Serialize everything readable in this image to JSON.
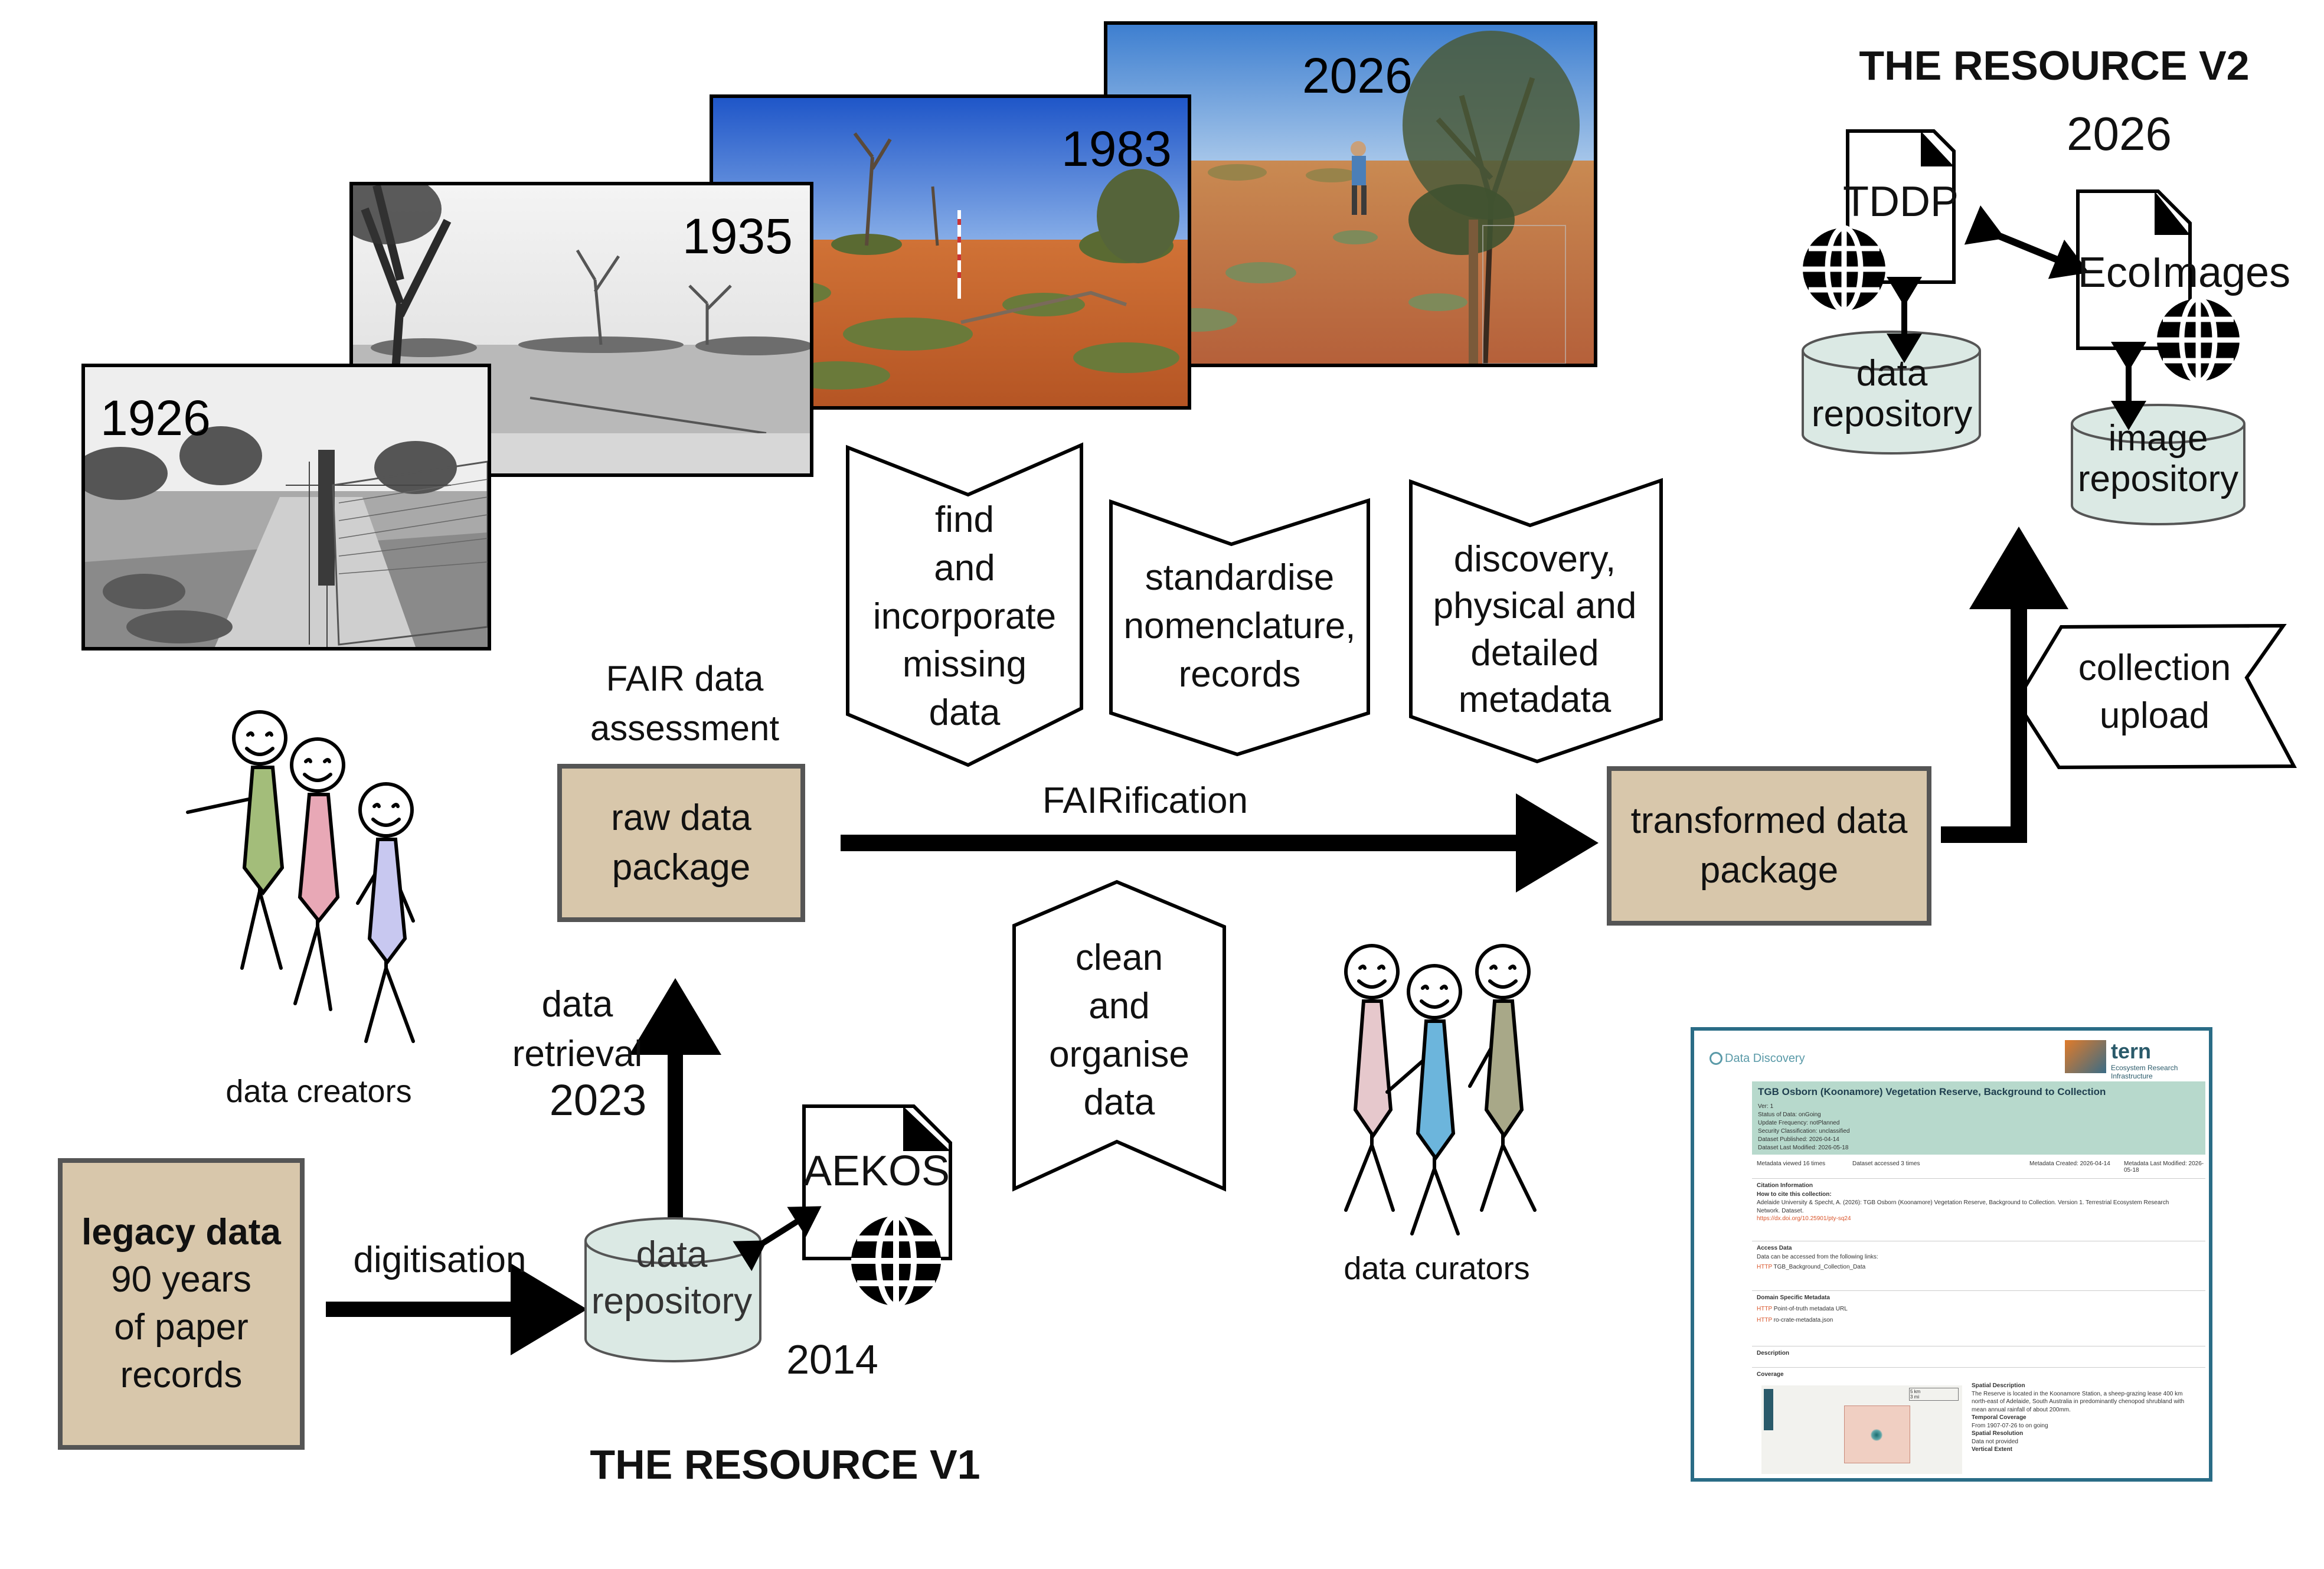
{
  "photos": [
    {
      "year": "1926",
      "tone": "bw"
    },
    {
      "year": "1935",
      "tone": "bw"
    },
    {
      "year": "1983",
      "tone": "color"
    },
    {
      "year": "2026",
      "tone": "color"
    }
  ],
  "resource_v2": {
    "title": "THE RESOURCE V2",
    "year": "2026",
    "tddp": "TDDP",
    "ecoimages": "EcoImages",
    "data_repository": "data\nrepository",
    "image_repository": "image\nrepository"
  },
  "resource_v1": {
    "title": "THE RESOURCE V1",
    "year": "2014",
    "aekos": "AEKOS",
    "data_repository": "data\nrepository"
  },
  "process_steps": {
    "find": "find\nand\nincorporate\nmissing\ndata",
    "standardise": "standardise\nnomenclature,\nrecords",
    "discovery": "discovery,\nphysical and\ndetailed\nmetadata",
    "clean": "clean\nand\norganise\ndata",
    "collection_upload": "collection\nupload"
  },
  "labels": {
    "fair_assessment": "FAIR data\nassessment",
    "raw_package": "raw data\npackage",
    "fairification": "FAIRification",
    "transformed_package": "transformed data\npackage",
    "data_retrieval": "data\nretrieval",
    "retrieval_year": "2023",
    "digitisation": "digitisation",
    "data_creators": "data creators",
    "data_curators": "data curators",
    "legacy_title": "legacy data",
    "legacy_body": "90 years\nof paper\nrecords"
  },
  "screenshot": {
    "search": "Data Discovery",
    "brand": "tern",
    "brand_sub": "Ecosystem Research Infrastructure",
    "title": "TGB Osborn (Koonamore) Vegetation Reserve, Background to Collection",
    "meta": [
      "Ver: 1",
      "Status of Data: onGoing",
      "Update Frequency: notPlanned",
      "Security Classification: unclassified",
      "Dataset Published: 2026-04-14",
      "Dataset Last Modified: 2026-05-18"
    ],
    "stats": {
      "viewed": "Metadata viewed 16 times",
      "accessed": "Dataset accessed 3 times",
      "created": "Metadata Created: 2026-04-14",
      "modified": "Metadata Last Modified: 2026-05-18"
    },
    "citation_header": "Citation Information",
    "citation_sub": "How to cite this collection:",
    "citation_text": "Adelaide University & Specht, A. (2026): TGB Osborn (Koonamore) Vegetation Reserve, Background to Collection. Version 1. Terrestrial Ecosystem Research Network. Dataset.",
    "citation_link": "https://dx.doi.org/10.25901/pty-sq24",
    "access_header": "Access Data",
    "access_sub": "Data can be accessed from the following links:",
    "access_link": "TGB_Background_Collection_Data",
    "domain_header": "Domain Specific Metadata",
    "domain_link1": "Point-of-truth metadata URL",
    "domain_link2": "ro-crate-metadata.json",
    "description_header": "Description",
    "coverage_header": "Coverage",
    "spatial_title": "Spatial Description",
    "spatial_text": "The Reserve is located in the Koonamore Station, a sheep-grazing lease 400 km north-east of Adelaide, South Australia in predominantly chenopod shrubland with mean annual rainfall of about 200mm.",
    "temporal_title": "Temporal Coverage",
    "temporal_text": "From 1907-07-26 to on going",
    "resolution_title": "Spatial Resolution",
    "resolution_text": "Data not provided",
    "vertical_title": "Vertical Extent",
    "scale1": "5 km",
    "scale2": "3 mi",
    "http": "HTTP"
  },
  "colors": {
    "box_fill": "#d8c7ab",
    "cylinder_fill": "#dbe9e4",
    "screenshot_header": "#b7d9cc",
    "screenshot_border": "#2a6c86",
    "link": "#d9552b"
  }
}
